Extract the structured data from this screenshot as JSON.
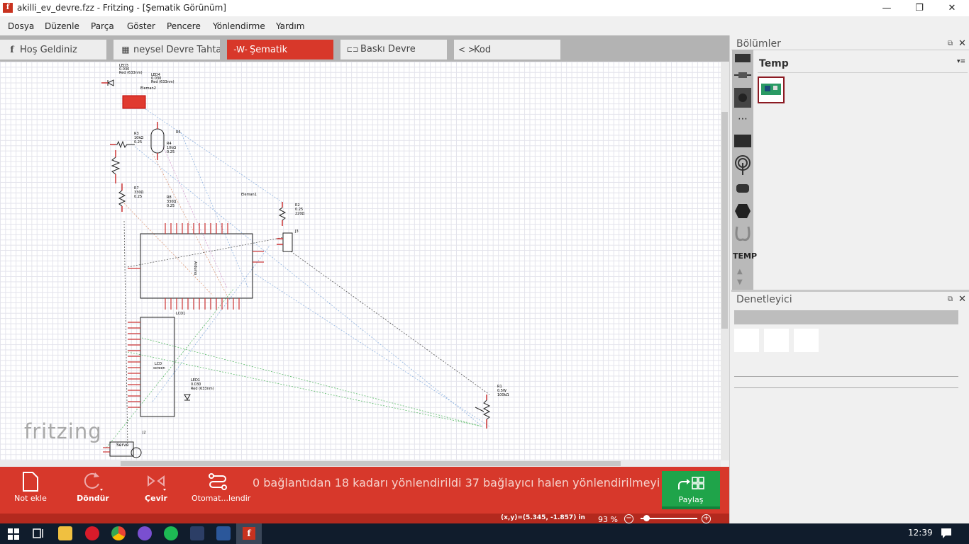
{
  "window": {
    "title": "akilli_ev_devre.fzz - Fritzing - [Şematik Görünüm]",
    "app_icon": "f",
    "minimize": "—",
    "maximize": "❐",
    "close": "✕"
  },
  "menu": [
    "Dosya",
    "Düzenle",
    "Parça",
    "Göster",
    "Pencere",
    "Yönlendirme",
    "Yardım"
  ],
  "tabs": [
    {
      "label": "Hoş Geldiniz",
      "icon": "fritzing-f-icon",
      "glyph": "f"
    },
    {
      "label": "neysel Devre Tahta",
      "icon": "breadboard-icon",
      "glyph": "▦"
    },
    {
      "label": "Şematik",
      "icon": "schematic-icon",
      "glyph": "-W-",
      "active": true
    },
    {
      "label": "Baskı Devre",
      "icon": "pcb-icon",
      "glyph": "⊏⊐"
    },
    {
      "label": "Kod",
      "icon": "code-icon",
      "glyph": "< >"
    }
  ],
  "schematic": {
    "labels": {
      "led3": "LED3",
      "led3_v": "0.030",
      "led3_c": "Red (633nm)",
      "led4": "LED4",
      "led4_v": "0.030",
      "led4_c": "Red (633nm)",
      "eleman2": "Eleman2",
      "r3": "R3",
      "r3_v": "10kΩ",
      "r3_p": "0.25",
      "r5": "R5",
      "r4": "R4",
      "r4_v": "10kΩ",
      "r4_p": "0.25",
      "r7": "R7",
      "r7_v": "330Ω",
      "r7_p": "0.25",
      "r8": "R8",
      "r8_v": "330Ω",
      "r8_p": "0.25",
      "eleman1": "Eleman1",
      "r2": "R2",
      "r2_p": "0.25",
      "r2_v": "220Ω",
      "j3": "J3",
      "arduino": "Arduino",
      "lcd1": "LCD1",
      "lcd": "LCD",
      "lcd_sub": "screen",
      "led1": "LED1",
      "led1_v": "0.030",
      "led1_c": "Red (633nm)",
      "r1": "R1",
      "r1_p": "0.5W",
      "r1_v": "100kΩ",
      "j2": "J2",
      "servo": "Servo"
    },
    "logo": "fritzing"
  },
  "toolbar": {
    "note": "Not ekle",
    "rotate": "Döndür",
    "flip": "Çevir",
    "autoroute": "Otomat...lendir",
    "status": "0 bağlantıdan 18 kadarı yönlendirildi 37 bağlayıcı halen yönlendirilmeyi bekliyor",
    "share": "Paylaş"
  },
  "statusbar": {
    "coords": "(x,y)=(5.345, -1.857) in",
    "zoom": "93 %",
    "zoom_out": "−",
    "zoom_in": "+",
    "zoom_level": 0.05
  },
  "parts_panel": {
    "title": "Bölümler",
    "bin_name": "Temp",
    "bin_label": "TEMP",
    "menu_glyph": "▾≡"
  },
  "inspector": {
    "title": "Denetleyici"
  },
  "taskbar": {
    "clock": "12:39"
  },
  "colors": {
    "accent_red": "#d7382b",
    "share_green": "#1fa44a",
    "taskbar": "#101c2c"
  }
}
